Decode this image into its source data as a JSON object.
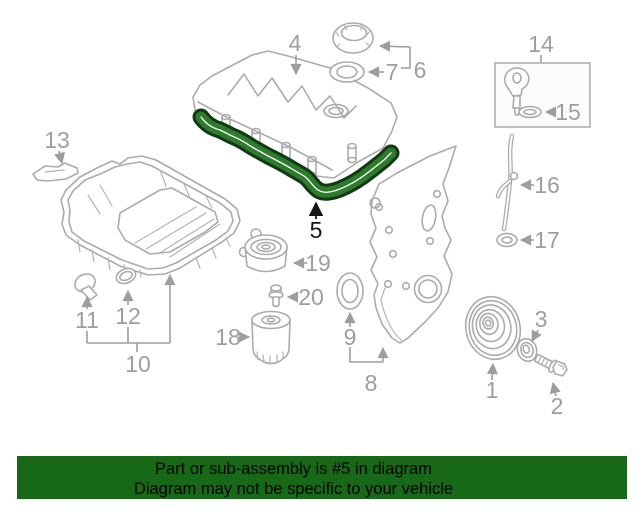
{
  "diagram": {
    "highlighted_callout": "5",
    "callouts": {
      "c1": "1",
      "c2": "2",
      "c3": "3",
      "c4": "4",
      "c5": "5",
      "c6": "6",
      "c7": "7",
      "c8": "8",
      "c9": "9",
      "c10": "10",
      "c11": "11",
      "c12": "12",
      "c13": "13",
      "c14": "14",
      "c15": "15",
      "c16": "16",
      "c17": "17",
      "c18": "18",
      "c19": "19",
      "c20": "20"
    },
    "colors": {
      "part_outline": "#ababab",
      "callout_text": "#9e9e9e",
      "highlight_fill": "#2e7b2e",
      "highlight_outline": "#123912",
      "highlight_callout": "#161616"
    }
  },
  "banner": {
    "line1": "Part or sub-assembly is #5 in diagram",
    "line2": "Diagram may not be specific to your vehicle",
    "background_color": "#176917",
    "text_color": "#000000"
  }
}
